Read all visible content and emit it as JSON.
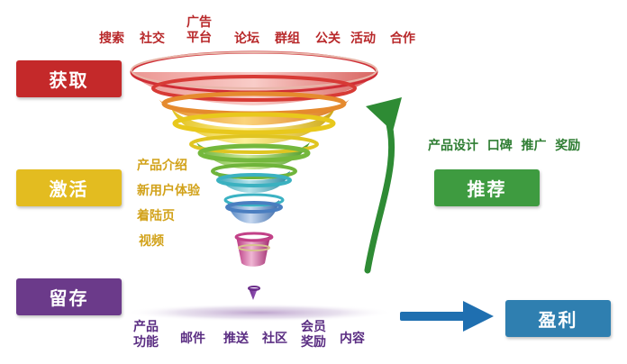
{
  "stages": {
    "acquire": {
      "label": "获取",
      "color": "#c4292a"
    },
    "activate": {
      "label": "激活",
      "color": "#e3bc20"
    },
    "retain": {
      "label": "留存",
      "color": "#6b3a8a"
    },
    "refer": {
      "label": "推荐",
      "color": "#3e9b40"
    },
    "revenue": {
      "label": "盈利",
      "color": "#2f7fb0"
    }
  },
  "acquire_channels": {
    "search": "搜索",
    "social": "社交",
    "ad_platform_line1": "广告",
    "ad_platform_line2": "平台",
    "forum": "论坛",
    "group": "群组",
    "pr": "公关",
    "event": "活动",
    "partner": "合作"
  },
  "activate_methods": [
    "产品介绍",
    "新用户体验",
    "着陆页",
    "视频"
  ],
  "retain_methods": {
    "feature_line1": "产品",
    "feature_line2": "功能",
    "email": "邮件",
    "push": "推送",
    "community": "社区",
    "member_line1": "会员",
    "member_line2": "奖励",
    "content": "内容"
  },
  "refer_methods": "产品设计  口碑  推广  奖励",
  "colors": {
    "red_text": "#b8282a",
    "gold_text": "#d2a21a",
    "purple_text": "#5a2d82",
    "green_text": "#2e7d32",
    "green_arrow": "#2e8b34",
    "blue_arrow": "#1f6fb0"
  }
}
